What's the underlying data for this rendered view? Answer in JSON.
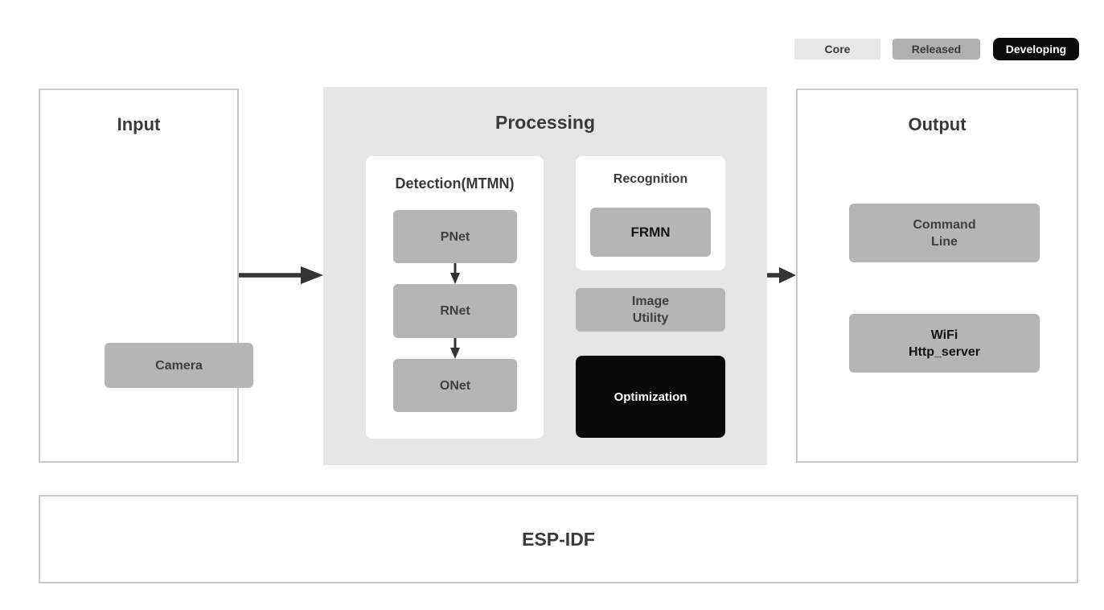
{
  "legend": {
    "core": "Core",
    "released": "Released",
    "developing": "Developing"
  },
  "input": {
    "title": "Input",
    "camera": "Camera"
  },
  "processing": {
    "title": "Processing",
    "detection": {
      "title": "Detection(MTMN)",
      "pnet": "PNet",
      "rnet": "RNet",
      "onet": "ONet"
    },
    "recognition": {
      "title": "Recognition",
      "frmn": "FRMN"
    },
    "image_utility": "Image\nUtility",
    "optimization": "Optimization"
  },
  "output": {
    "title": "Output",
    "command_line": "Command\nLine",
    "wifi_http_server": "WiFi\nHttp_server"
  },
  "footer": {
    "title": "ESP-IDF"
  },
  "colors": {
    "legend_core_bg": "#e7e7e7",
    "legend_released_bg": "#b0b0b0",
    "legend_developing_bg": "#0b0b0b",
    "processing_panel_bg": "#e6e6e6",
    "node_gray": "#b5b5b5",
    "node_black": "#0a0a0a",
    "panel_border": "#c9c9c9",
    "arrow": "#333333",
    "text_dark": "#3a3a3a"
  }
}
